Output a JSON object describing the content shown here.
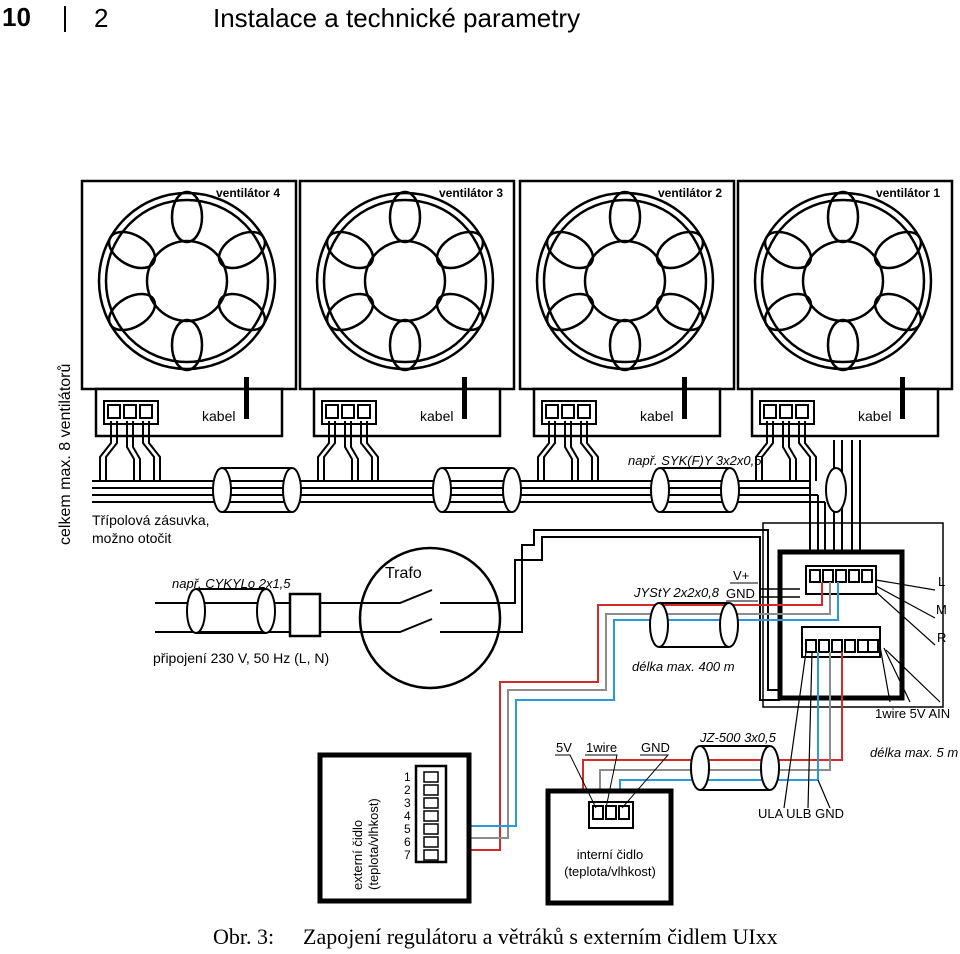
{
  "header": {
    "page_number": "10",
    "chapter": "2",
    "title": "Instalace a technické parametry"
  },
  "fans": [
    {
      "label": "ventilátor 4",
      "cable": "kabel"
    },
    {
      "label": "ventilátor 3",
      "cable": "kabel"
    },
    {
      "label": "ventilátor 2",
      "cable": "kabel"
    },
    {
      "label": "ventilátor 1",
      "cable": "kabel"
    }
  ],
  "labels": {
    "max_fans": "celkem max. 8 ventilátorů",
    "socket_line1": "Třípolová zásuvka,",
    "socket_line2": "možno otočit",
    "syk_cable": "např. SYK(F)Y 3x2x0,5",
    "cyky_cable": "např. CYKYLo 2x1,5",
    "power": "připojení 230 V, 50 Hz (L, N)",
    "trafo": "Trafo",
    "jysty": "JYStY 2x2x0,8",
    "vplus": "V+",
    "gnd": "GND",
    "length_400": "délka max. 400 m",
    "L": "L",
    "M": "M",
    "R": "R",
    "bottom_terminals": "1wire  5V  AIN",
    "v5": "5V",
    "wire1": "1wire",
    "gnd2": "GND",
    "jz500": "JZ-500 3x0,5",
    "length_5": "délka max. 5 m",
    "ula_ulb_gnd": "ULA  ULB  GND",
    "ext_sensor_1": "externí čidlo",
    "ext_sensor_2": "(teplota/vlhkost)",
    "int_sensor_1": "interní čidlo",
    "int_sensor_2": "(teplota/vlhkost)",
    "pins": [
      "1",
      "2",
      "3",
      "4",
      "5",
      "6",
      "7"
    ]
  },
  "caption": {
    "label": "Obr. 3:",
    "text": "Zapojení regulátoru a větráků s externím čidlem UIxx"
  },
  "colors": {
    "red": "#d42a2a",
    "blue": "#2a9ad8",
    "gray": "#8c8c8c",
    "black": "#000000"
  }
}
